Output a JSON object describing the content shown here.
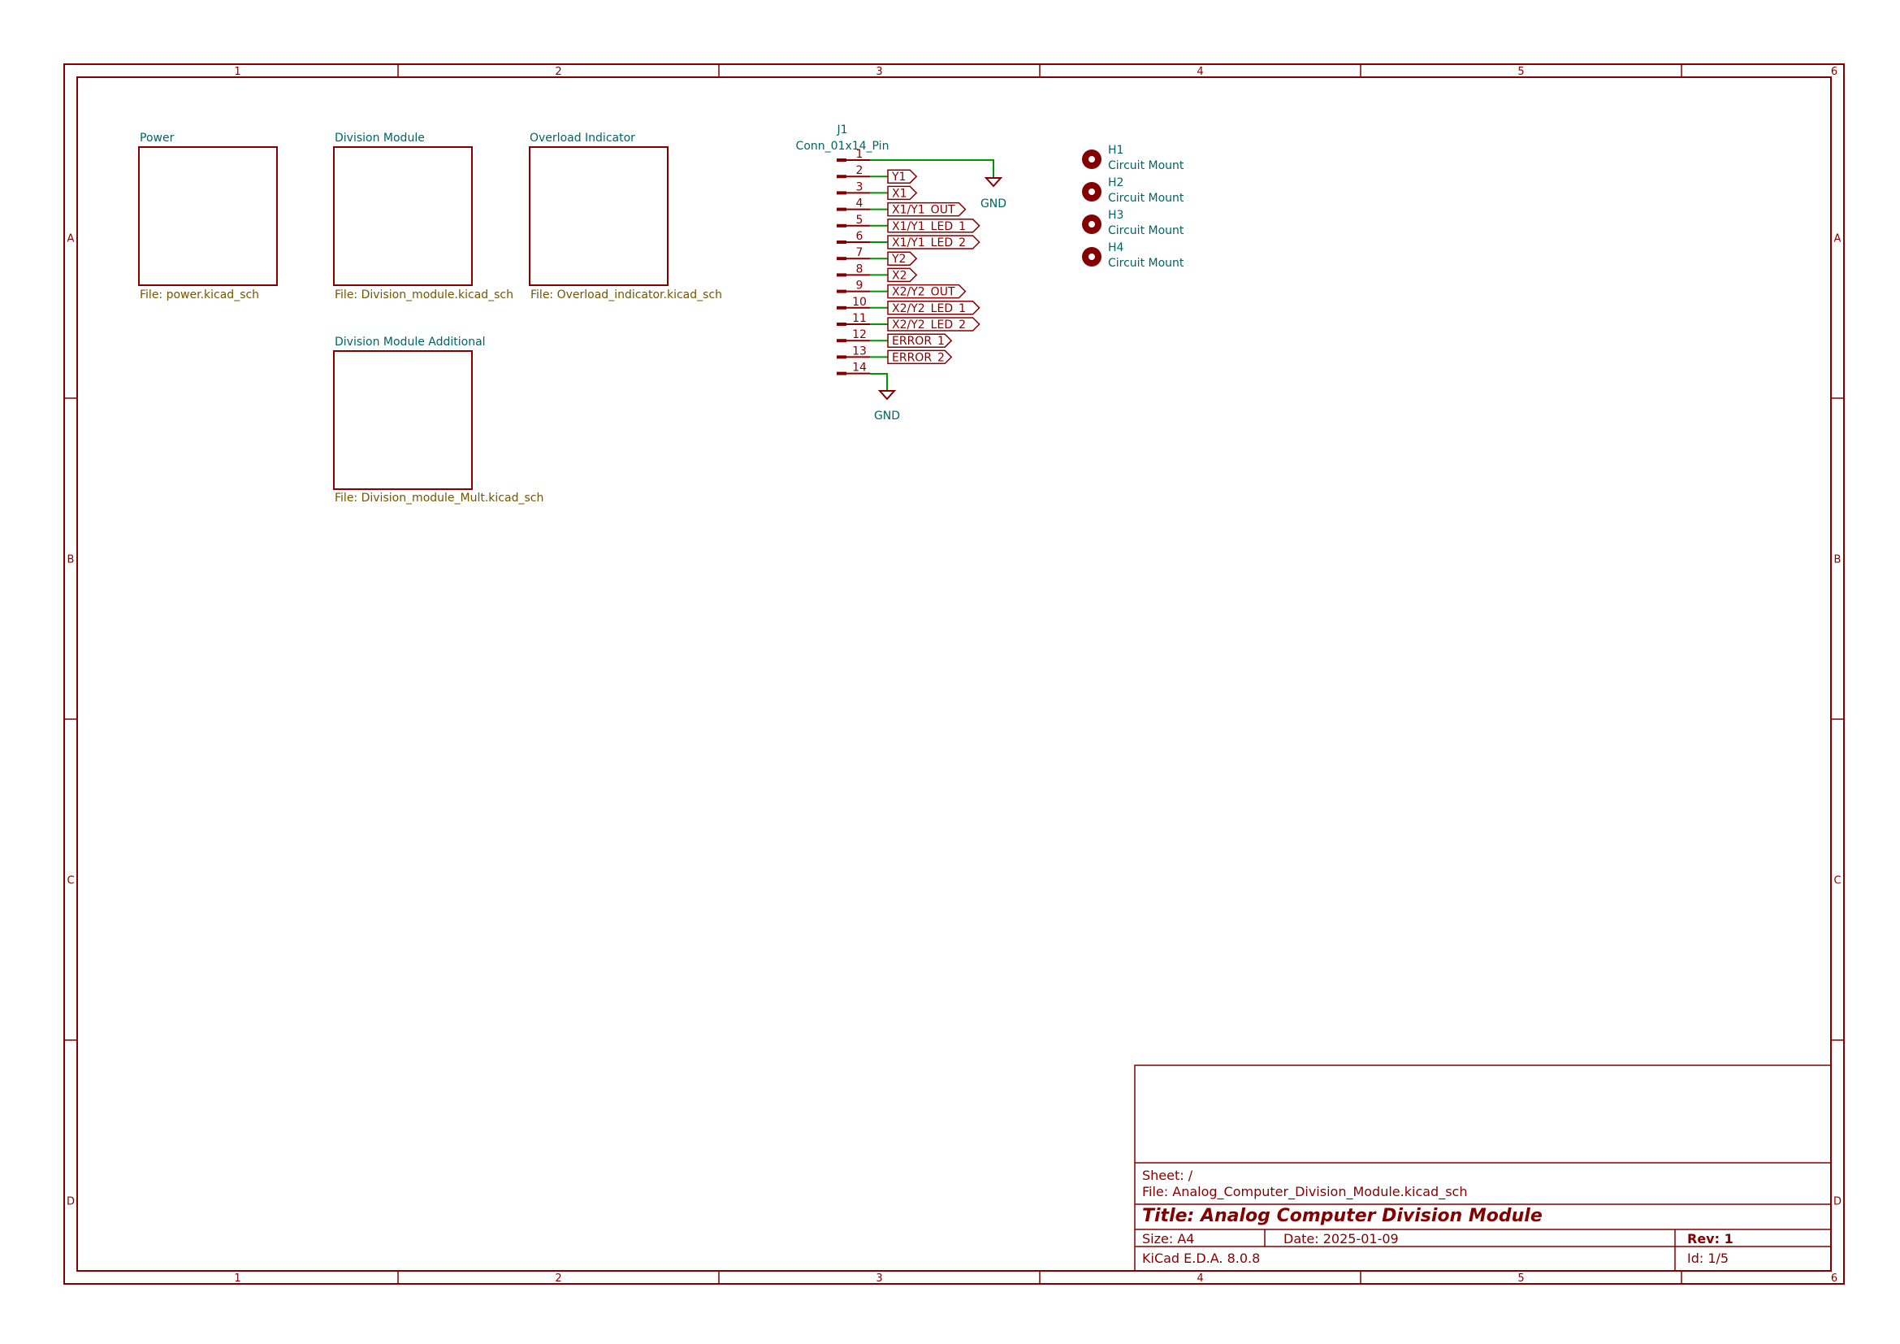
{
  "colors": {
    "frame": "#840000",
    "teal": "#006464",
    "olive": "#725600",
    "wire": "#009600",
    "title": "#840000"
  },
  "border": {
    "cols": [
      "1",
      "2",
      "3",
      "4",
      "5",
      "6"
    ],
    "rows": [
      "A",
      "B",
      "C",
      "D"
    ]
  },
  "sheets": [
    {
      "name": "Power",
      "file": "File: power.kicad_sch"
    },
    {
      "name": "Division Module",
      "file": "File: Division_module.kicad_sch"
    },
    {
      "name": "Overload Indicator",
      "file": "File: Overload_indicator.kicad_sch"
    },
    {
      "name": "Division Module Additional",
      "file": "File: Division_module_Mult.kicad_sch"
    }
  ],
  "connector": {
    "ref": "J1",
    "value": "Conn_01x14_Pin",
    "pins": [
      {
        "num": "1",
        "label": ""
      },
      {
        "num": "2",
        "label": "Y1"
      },
      {
        "num": "3",
        "label": "X1"
      },
      {
        "num": "4",
        "label": "X1/Y1_OUT"
      },
      {
        "num": "5",
        "label": "X1/Y1_LED_1"
      },
      {
        "num": "6",
        "label": "X1/Y1_LED_2"
      },
      {
        "num": "7",
        "label": "Y2"
      },
      {
        "num": "8",
        "label": "X2"
      },
      {
        "num": "9",
        "label": "X2/Y2_OUT"
      },
      {
        "num": "10",
        "label": "X2/Y2_LED_1"
      },
      {
        "num": "11",
        "label": "X2/Y2_LED_2"
      },
      {
        "num": "12",
        "label": "ERROR_1"
      },
      {
        "num": "13",
        "label": "ERROR_2"
      },
      {
        "num": "14",
        "label": ""
      }
    ],
    "gnd_top": "GND",
    "gnd_bottom": "GND"
  },
  "mounts": [
    {
      "ref": "H1",
      "value": "Circuit Mount"
    },
    {
      "ref": "H2",
      "value": "Circuit Mount"
    },
    {
      "ref": "H3",
      "value": "Circuit Mount"
    },
    {
      "ref": "H4",
      "value": "Circuit Mount"
    }
  ],
  "title_block": {
    "sheet": "Sheet: /",
    "file": "File: Analog_Computer_Division_Module.kicad_sch",
    "title": "Title: Analog Computer Division Module",
    "size": "Size: A4",
    "date": "Date: 2025-01-09",
    "rev": "Rev: 1",
    "tool": "KiCad E.D.A. 8.0.8",
    "id": "Id: 1/5"
  }
}
